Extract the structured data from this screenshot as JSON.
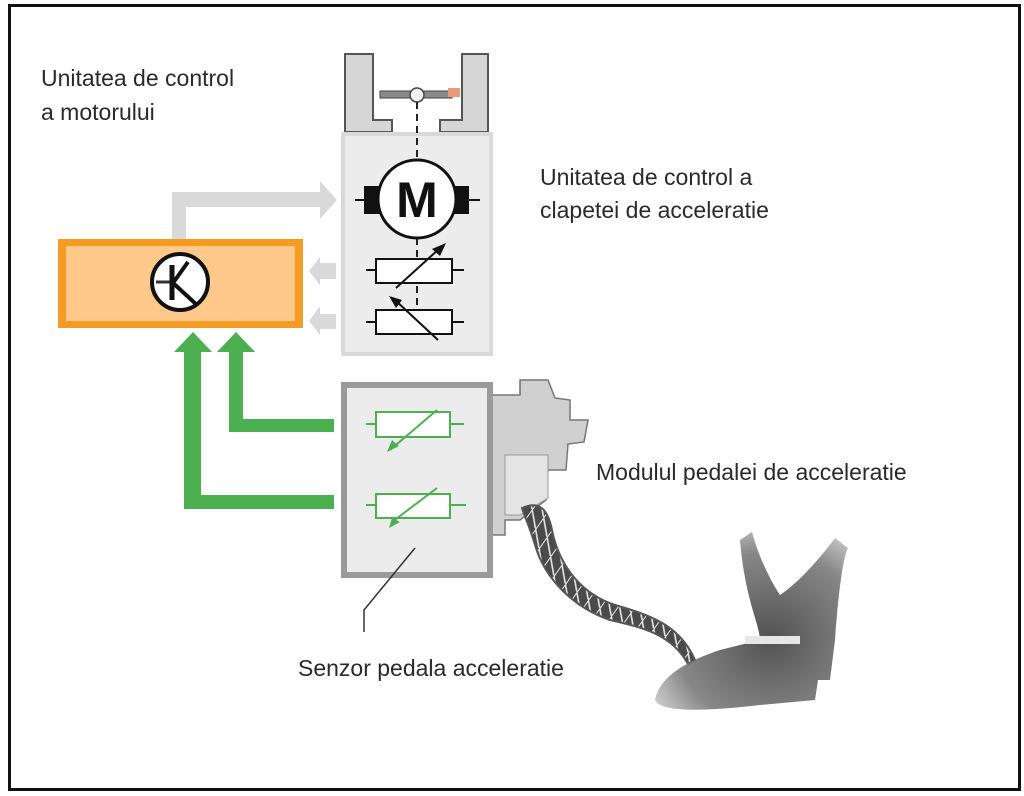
{
  "labels": {
    "ecu_line1": "Unitatea de control",
    "ecu_line2": "a motorului",
    "throttle_line1": "Unitatea de control a",
    "throttle_line2": "clapetei de acceleratie",
    "pedal_module": "Modulul pedalei de acceleratie",
    "pedal_sensor": "Senzor pedala acceleratie"
  },
  "symbols": {
    "motor": "M",
    "ecu": "K"
  },
  "colors": {
    "ecu_fill": "#fec98b",
    "ecu_border": "#f59a23",
    "signal_green": "#4caf50",
    "signal_gray": "#d9d9d9",
    "panel_fill": "#ececec",
    "panel_border": "#9a9a9a"
  }
}
